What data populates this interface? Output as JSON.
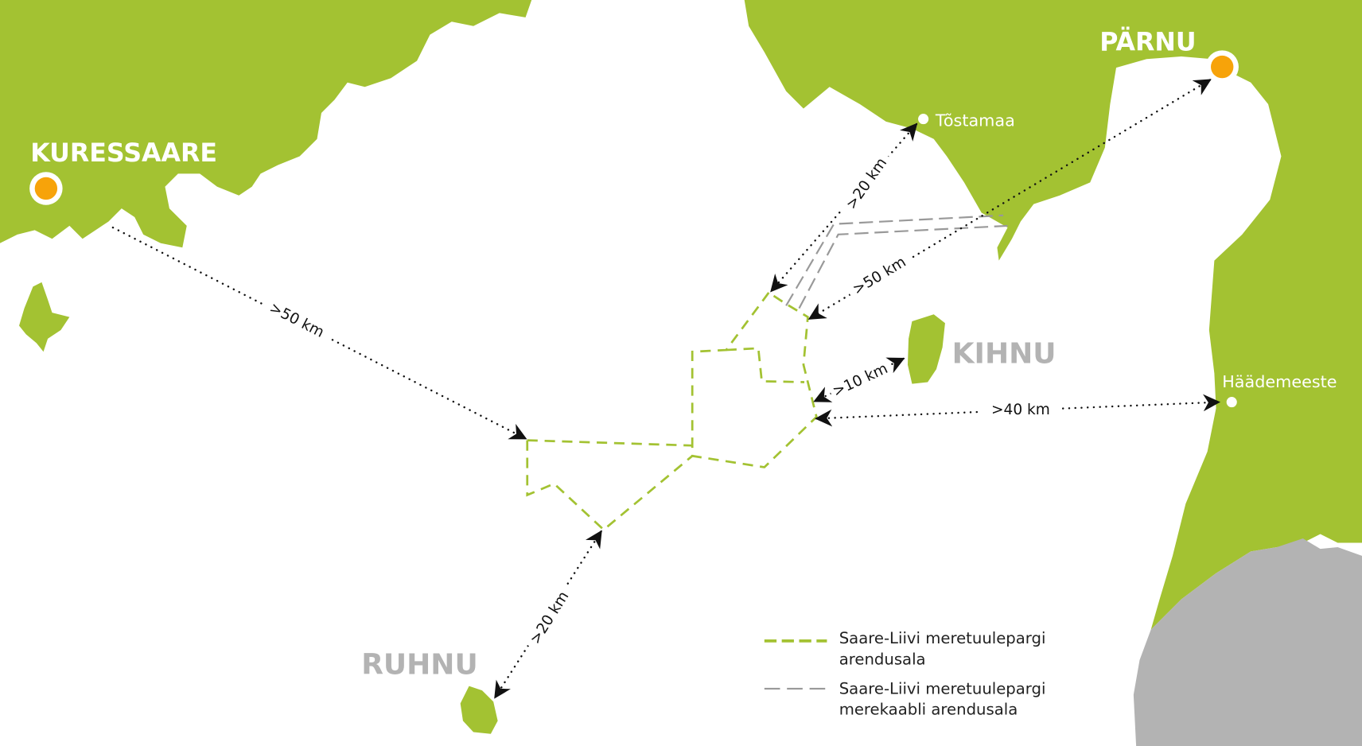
{
  "colors": {
    "land": "#a3c232",
    "latvia": "#b3b3b3",
    "city_marker": "#f7a30a",
    "sea": "#ffffff"
  },
  "cities": {
    "kuressaare": "KURESSAARE",
    "parnu": "PÄRNU"
  },
  "towns": {
    "tostamaa": "Tõstamaa",
    "haademeeste": "Häädemeeste"
  },
  "islands": {
    "kihnu": "KIHNU",
    "ruhnu": "RUHNU"
  },
  "distances": {
    "kuressaare": ">50 km",
    "ruhnu": ">20 km",
    "tostamaa": ">20 km",
    "parnu": ">50 km",
    "kihnu": ">10 km",
    "haademeeste": ">40 km"
  },
  "legend": {
    "zone": {
      "line1": "Saare-Liivi meretuulepargi",
      "line2": "arendusala"
    },
    "cable": {
      "line1": "Saare-Liivi meretuulepargi",
      "line2": "merekaabli arendusala"
    }
  }
}
